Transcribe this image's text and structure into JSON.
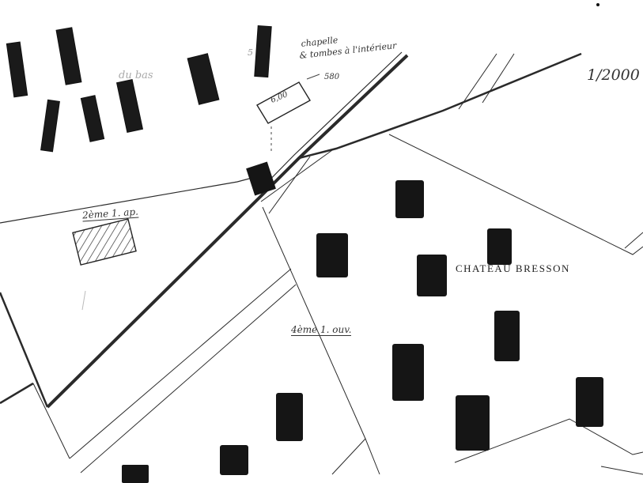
{
  "map": {
    "scale_label": "1/2000",
    "chapel_label": "chapelle",
    "chapel_sublabel": "& tombes à l'intérieur",
    "altitude_label": "580",
    "chapel_dimension": "6,00",
    "faint_text_left": "du bas",
    "faint_text_mid": "5",
    "parcel_label_left": "2ème 1. ap.",
    "parcel_label_center": "4ème 1. ouv.",
    "estate_label": "CHATEAU BRESSON",
    "colors": {
      "ink": "#1c1c1c",
      "paper": "#ffffff",
      "building_fill": "#151515"
    }
  }
}
